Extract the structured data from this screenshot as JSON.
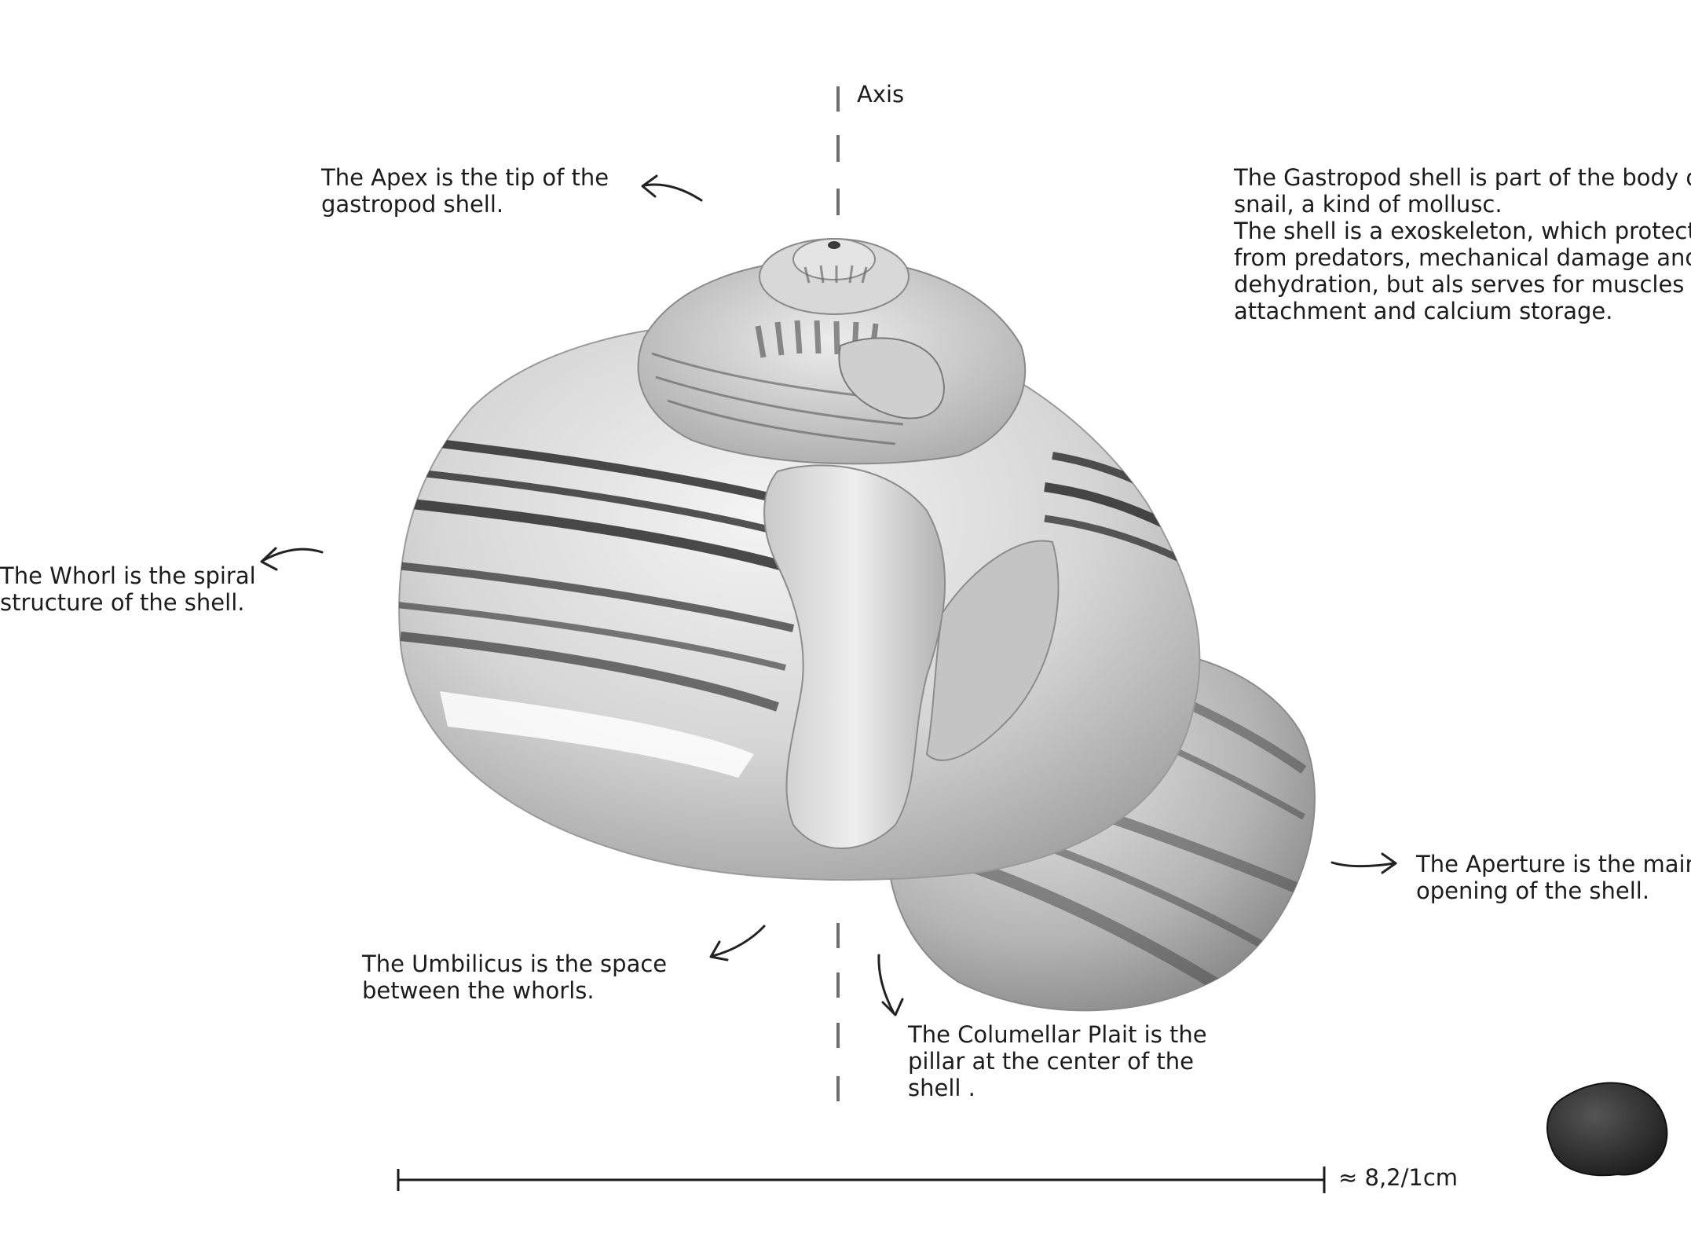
{
  "labels": {
    "axis": "Axis",
    "apex": [
      "The Apex is the tip of the",
      "gastropod shell."
    ],
    "gastropod": [
      "The Gastropod shell is part of the body of a",
      "snail, a kind of mollusc.",
      "The shell is a exoskeleton, which protects",
      "from predators, mechanical damage and",
      "dehydration, but als serves for muscles",
      "attachment and calcium storage."
    ],
    "whorl": [
      "The Whorl is the spiral",
      "structure of the shell."
    ],
    "aperture": [
      "The Aperture is the main",
      "opening of the shell."
    ],
    "umbilicus": [
      "The Umbilicus is the space",
      "between the whorls."
    ],
    "columellar": [
      "The Columellar Plait is the",
      "pillar at the center of the",
      "shell ."
    ],
    "scale": "≈ 8,2/1cm"
  }
}
